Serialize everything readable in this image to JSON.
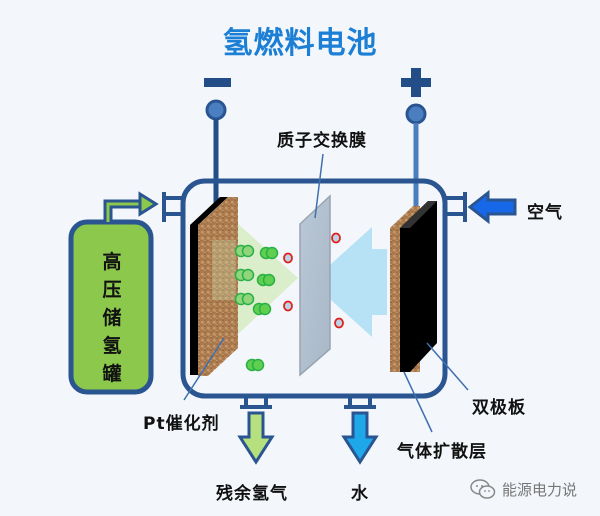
{
  "title": "氢燃料电池",
  "terminals": {
    "negative": "−",
    "positive": "+"
  },
  "labels": {
    "membrane": "质子交换膜",
    "air": "空气",
    "tank": "高压储氢罐",
    "catalyst": "Pt催化剂",
    "bipolar_plate": "双极板",
    "gas_diffusion_layer": "气体扩散层",
    "residual_hydrogen": "残余氢气",
    "water": "水"
  },
  "watermark": {
    "icon": "wechat-icon",
    "text": "能源电力说"
  },
  "colors": {
    "title": "#1c7fd6",
    "frame": "#2a5590",
    "tank_fill": "#8cc84b",
    "hydrogen": "#33c24a",
    "oxygen_ring": "#e0201c",
    "water_arrow": "#1ea8ea",
    "hydrogen_arrow": "#b6df7e"
  }
}
